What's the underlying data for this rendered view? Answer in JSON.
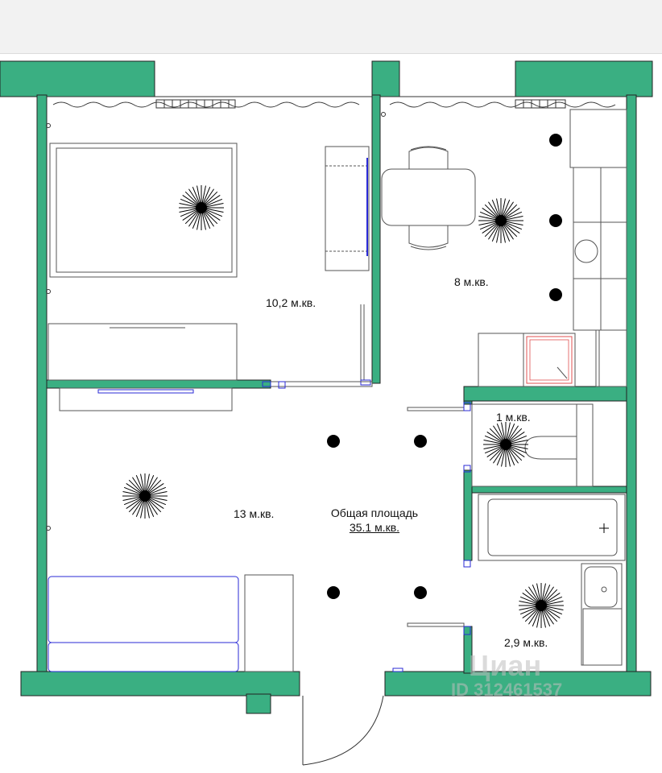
{
  "rooms": {
    "bedroom": {
      "area": "10,2 м.кв."
    },
    "kitchen": {
      "area": "8 м.кв."
    },
    "wc": {
      "area": "1 м.кв."
    },
    "living": {
      "area": "13 м.кв."
    },
    "bath": {
      "area": "2,9 м.кв."
    }
  },
  "total": {
    "label": "Общая площадь",
    "value": "35.1 м.кв."
  },
  "watermark": {
    "brand": "Циан",
    "id": "ID 312461537"
  },
  "colors": {
    "wall": "#3aaf82",
    "furniture_outline": "#555555",
    "sofa_outline": "#2a2ad6",
    "shower_outline": "#e05050"
  },
  "icons": [
    "ceiling-light-icon",
    "spot-light-icon",
    "door-icon",
    "window-icon"
  ]
}
